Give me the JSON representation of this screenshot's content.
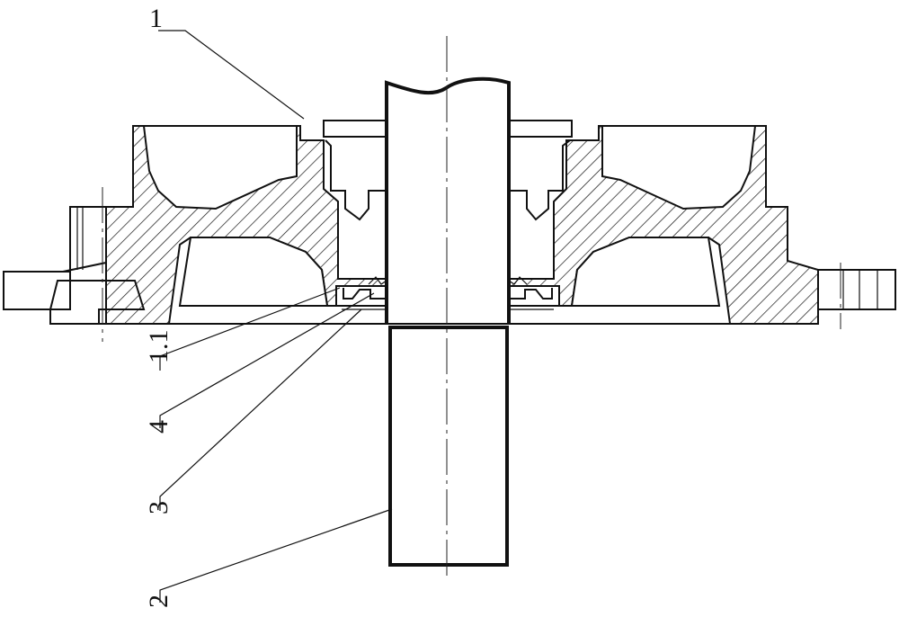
{
  "labels": {
    "part_1": "1",
    "part_1_1": "1.1",
    "part_4": "4",
    "part_3": "3",
    "part_2": "2"
  }
}
